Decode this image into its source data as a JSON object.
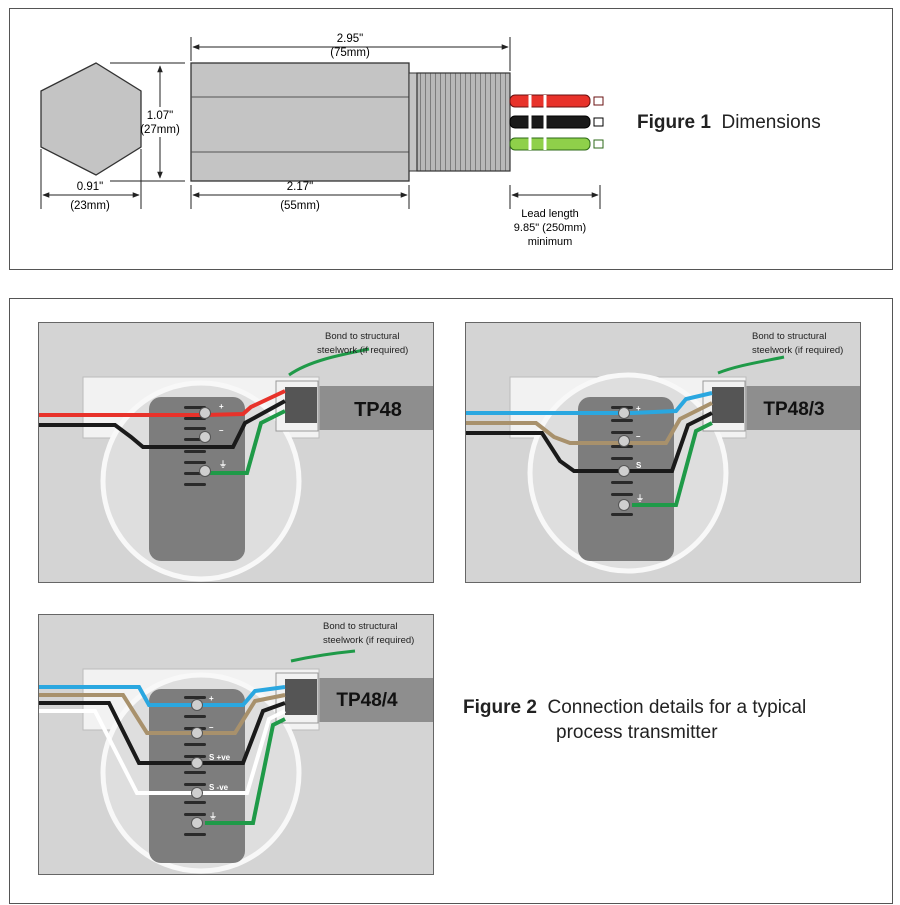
{
  "figure1": {
    "caption_num": "Figure 1",
    "caption_text": "Dimensions",
    "dim_length_in": "2.95\"",
    "dim_length_mm": "(75mm)",
    "dim_height_in": "1.07\"",
    "dim_height_mm": "(27mm)",
    "dim_hex_in": "0.91\"",
    "dim_hex_mm": "(23mm)",
    "dim_body_in": "2.17\"",
    "dim_body_mm": "(55mm)",
    "lead_label": "Lead length",
    "lead_value": "9.85\" (250mm)",
    "lead_min": "minimum"
  },
  "figure2": {
    "caption_num": "Figure 2",
    "caption_line1": "Connection details for a typical",
    "caption_line2": "process transmitter",
    "panels": [
      {
        "model": "TP48",
        "bond_line1": "Bond to structural",
        "bond_line2": "steelwork (if required)",
        "terminals": [
          "+",
          "–",
          "⏚"
        ]
      },
      {
        "model": "TP48/3",
        "bond_line1": "Bond to structural",
        "bond_line2": "steelwork (if required)",
        "terminals": [
          "+",
          "–",
          "S",
          "⏚"
        ]
      },
      {
        "model": "TP48/4",
        "bond_line1": "Bond to structural",
        "bond_line2": "steelwork (if required)",
        "terminals": [
          "+",
          "–",
          "S +ve",
          "S -ve",
          "⏚"
        ]
      }
    ]
  },
  "colors": {
    "red": "#e8322a",
    "black": "#1a1a1a",
    "green": "#1f9a48",
    "blue": "#2aa7e0",
    "brown": "#a8916c",
    "white": "#ffffff",
    "panel_bg": "#d4d4d4",
    "cable_grey": "#8e8e8e"
  }
}
